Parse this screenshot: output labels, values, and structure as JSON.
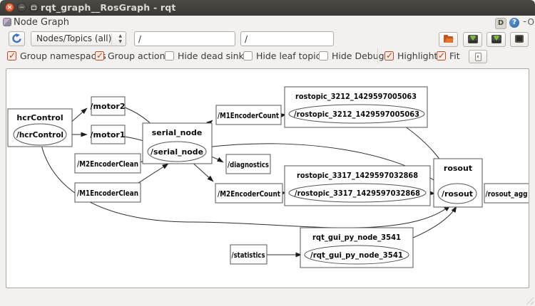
{
  "window": {
    "title": "rqt_graph__RosGraph - rqt",
    "buttons": {
      "close": "×",
      "minimize": "−"
    }
  },
  "dock": {
    "title": "Node Graph",
    "controls": {
      "dock": "D",
      "help": "?",
      "minimize": "-",
      "float": "O"
    }
  },
  "toolbar": {
    "filter_mode": "Nodes/Topics (all)",
    "node_filter": "/",
    "topic_filter": "/"
  },
  "options": [
    {
      "label": "Group namespaces",
      "checked": true
    },
    {
      "label": "Group actions",
      "checked": true
    },
    {
      "label": "Hide dead sinks",
      "checked": false
    },
    {
      "label": "Hide leaf topics",
      "checked": false
    },
    {
      "label": "Hide Debug",
      "checked": false
    },
    {
      "label": "Highlight",
      "checked": true
    },
    {
      "label": "Fit",
      "checked": true
    }
  ],
  "colors": {
    "accent_orange": "#dd4814",
    "titlebar": "#3a3935",
    "help_blue": "#2c67a8"
  },
  "graph": {
    "containers": [
      {
        "label": "hcrControl",
        "node": "/hcrControl"
      },
      {
        "label": "serial_node",
        "node": "/serial_node"
      },
      {
        "label": "rostopic_3212_1429597005063",
        "node": "/rostopic_3212_1429597005063"
      },
      {
        "label": "rostopic_3317_1429597032868",
        "node": "/rostopic_3317_1429597032868"
      },
      {
        "label": "rosout",
        "node": "/rosout"
      },
      {
        "label": "rqt_gui_py_node_3541",
        "node": "/rqt_gui_py_node_3541"
      }
    ],
    "topics": [
      "/motor2",
      "/motor1",
      "/M2EncoderClean",
      "/M1EncoderClean",
      "/M1EncoderCount",
      "/diagnostics",
      "/M2EncoderCount",
      "/rosout_agg",
      "/statistics"
    ]
  }
}
